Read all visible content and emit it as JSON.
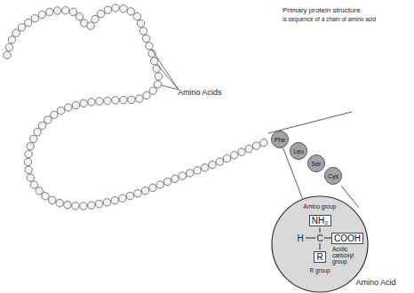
{
  "diagram": {
    "title": "Primary protein structure",
    "nodes": [
      {
        "text": [
          "Phe"
        ]
      },
      {
        "text": [
          "Leu"
        ]
      },
      {
        "text": [
          "Ser"
        ]
      },
      {
        "text": [
          "Cys"
        ]
      },
      {
        "text": [
          "Amino group",
          "H",
          "C",
          "Acidic carboxyl group",
          "R group",
          "Amino Acid"
        ]
      },
      {
        "text": [
          "NH₂"
        ],
        "in": 4
      },
      {
        "text": [
          "COOH"
        ],
        "in": 4
      },
      {
        "text": [
          "R"
        ],
        "in": 4
      }
    ],
    "edges": [
      {
        "from": 0,
        "to": 4,
        "arrow": "none"
      }
    ],
    "labels": [
      "is sequence of a chain of amino acid",
      "Amino Acids"
    ]
  }
}
